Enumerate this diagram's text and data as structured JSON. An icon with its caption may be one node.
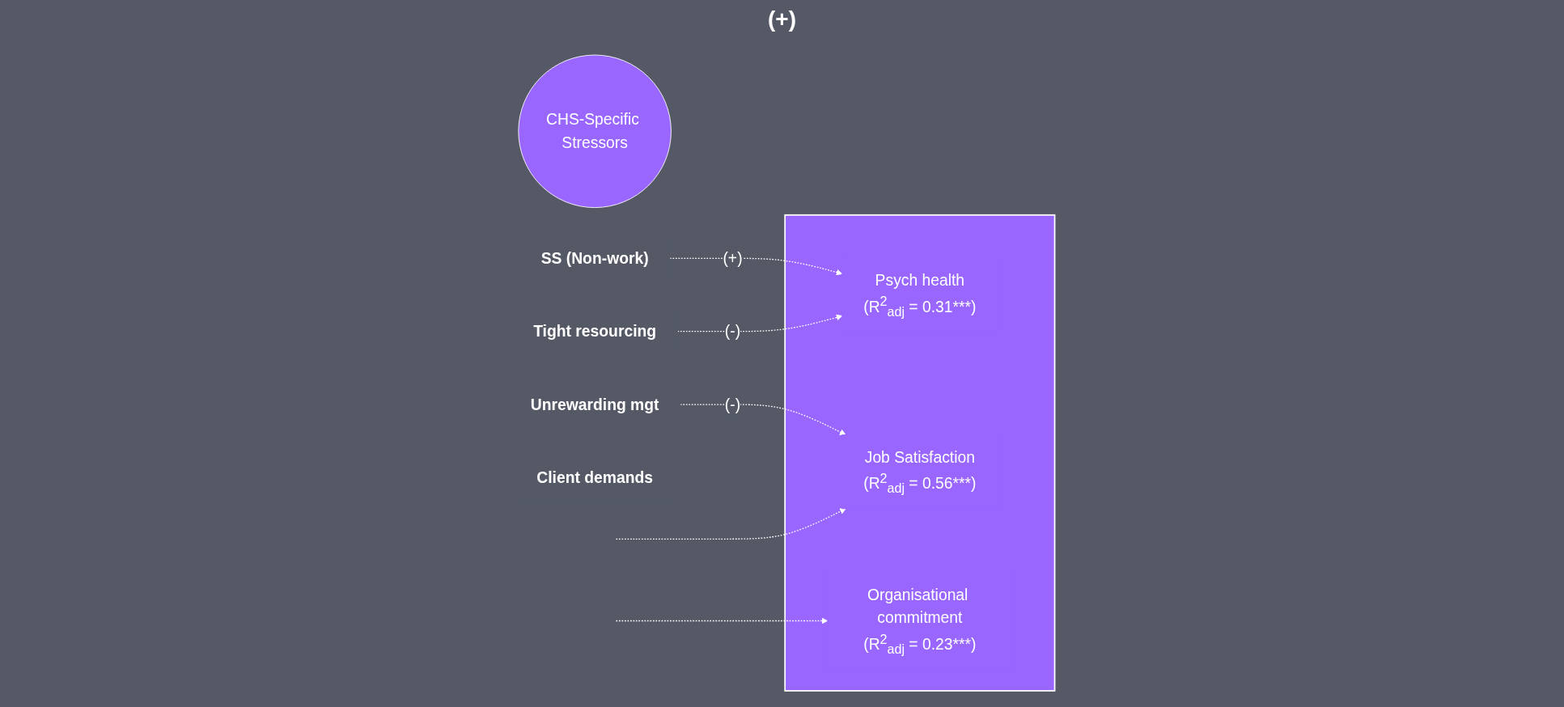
{
  "diagram": {
    "nodes": [
      {
        "text": [
          "CHS-Specific Stressors"
        ]
      },
      {
        "text": [
          "SS (Non-work)"
        ]
      },
      {
        "text": [
          "Tight resourcing"
        ]
      },
      {
        "text": [
          "Unrewarding mgt"
        ]
      },
      {
        "text": [
          "Client demands"
        ]
      },
      {
        "text": [],
        "shape": "box"
      },
      {
        "text": [
          "Psych health",
          "(R$^{2}$$_{adj}$ = 0.31***)"
        ],
        "in": 5
      },
      {
        "text": [
          "Job Satisfaction",
          "(R$^{2}$$_{adj}$ = 0.56***)"
        ],
        "in": 5
      },
      {
        "text": [
          "Organisational commitment",
          "(R$^{2}$$_{adj}$ = 0.23***)"
        ],
        "in": 5
      }
    ],
    "edges": [
      {
        "from": 1,
        "to": 6,
        "arrow": "to",
        "style": "dashed",
        "label": "(+)"
      },
      {
        "from": 2,
        "to": 6,
        "arrow": "to",
        "style": "dashed",
        "label": "(-)"
      },
      {
        "from": 3,
        "to": 7,
        "arrow": "to",
        "style": "dashed",
        "label": "(-)"
      },
      {
        "from": null,
        "to": 7,
        "arrow": "to",
        "style": "dashed"
      },
      {
        "from": null,
        "to": 8,
        "arrow": "to",
        "style": "dashed"
      }
    ],
    "labels": [
      "(+)"
    ]
  }
}
